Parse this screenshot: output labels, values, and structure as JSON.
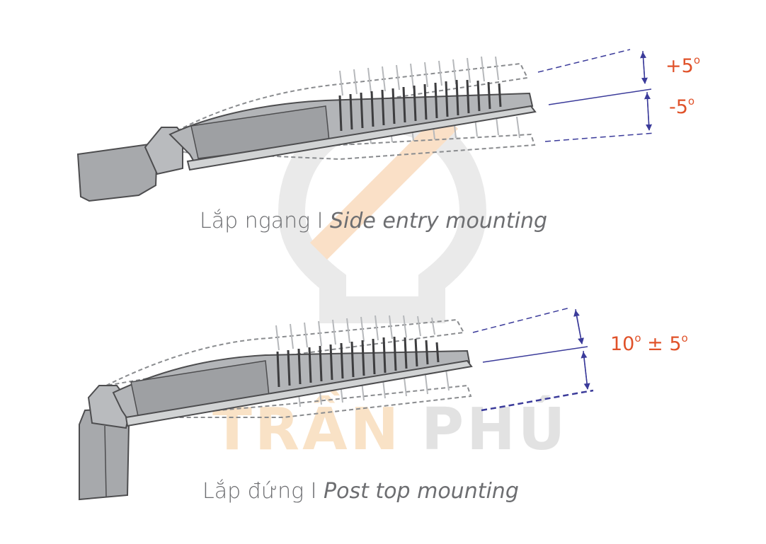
{
  "watermark": {
    "brand_left": "TRẦN",
    "brand_right": "PHÚ",
    "color_left": "#f7d9b4",
    "color_right": "#dcdcdc",
    "icon": "lightbulb-logo"
  },
  "top_figure": {
    "caption_vi": "Lắp ngang I ",
    "caption_en": "Side entry mounting",
    "angle_up": "+5",
    "angle_down": "-5",
    "degree_mark": "o"
  },
  "bottom_figure": {
    "caption_vi": "Lắp đứng I ",
    "caption_en": "Post top mounting",
    "angle_value": "10",
    "angle_pm": " ± 5",
    "degree_mark": "o"
  },
  "colors": {
    "dimension_line": "#3b3b9a",
    "angle_text": "#e0522a",
    "lamp_body": "#a7a9ac",
    "lamp_outline": "#4d4d4f",
    "caption": "#6d6e71"
  }
}
